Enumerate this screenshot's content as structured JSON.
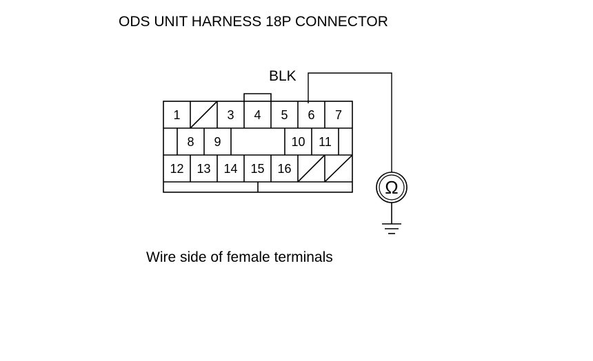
{
  "title": "ODS UNIT HARNESS 18P CONNECTOR",
  "caption": "Wire side of female terminals",
  "wire": {
    "label": "BLK",
    "from_pin": "6"
  },
  "meter": {
    "symbol": "Ω",
    "icon": "ohmmeter-icon"
  },
  "ground": {
    "icon": "ground-symbol-icon"
  },
  "connector": {
    "pins": [
      "1",
      "3",
      "4",
      "5",
      "6",
      "7",
      "8",
      "9",
      "10",
      "11",
      "12",
      "13",
      "14",
      "15",
      "16"
    ],
    "unused_cavities": 3
  },
  "colors": {
    "line": "#000000",
    "background": "#ffffff"
  }
}
